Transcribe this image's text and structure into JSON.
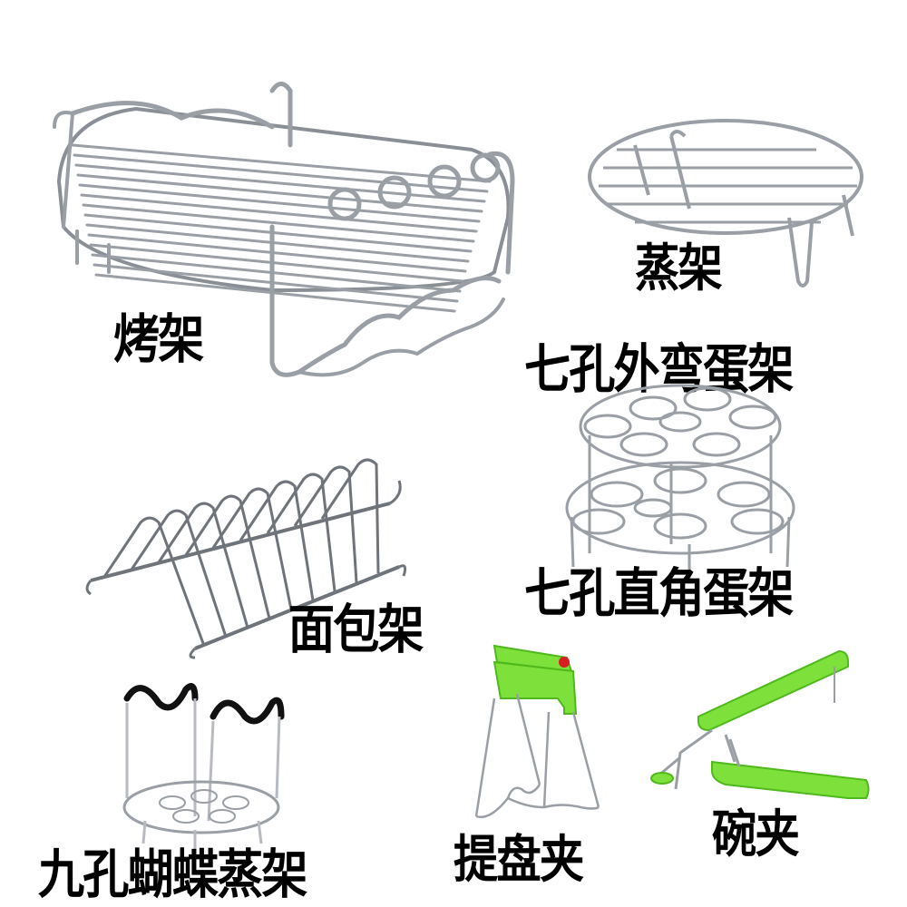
{
  "colors": {
    "steel": "#9a9fa6",
    "steel_dark": "#5d6169",
    "steel_light": "#d9dce0",
    "green": "#7ee03a",
    "green_dark": "#4fb81c",
    "red": "#d81e1e",
    "black_coating": "#111111"
  },
  "products": [
    {
      "label": "烤架",
      "icon": "grill-rack-icon"
    },
    {
      "label": "蒸架",
      "icon": "steam-rack-icon"
    },
    {
      "label": "七孔外弯蛋架",
      "icon": "egg-rack-curved-icon"
    },
    {
      "label": "七孔直角蛋架",
      "icon": "egg-rack-straight-icon"
    },
    {
      "label": "面包架",
      "icon": "bread-rack-icon"
    },
    {
      "label": "九孔蝴蝶蒸架",
      "icon": "butterfly-steam-rack-icon"
    },
    {
      "label": "提盘夹",
      "icon": "plate-lifter-icon"
    },
    {
      "label": "碗夹",
      "icon": "bowl-clip-icon"
    }
  ]
}
